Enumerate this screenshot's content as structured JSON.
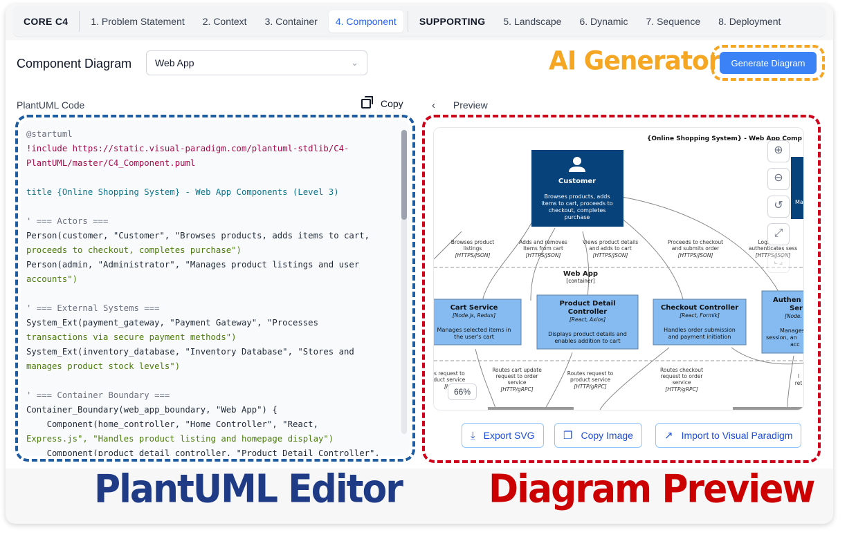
{
  "tabs": [
    {
      "label": "CORE C4",
      "kind": "group"
    },
    {
      "label": "1. Problem Statement"
    },
    {
      "label": "2. Context"
    },
    {
      "label": "3. Container"
    },
    {
      "label": "4. Component",
      "active": true
    },
    {
      "label": "SUPPORTING",
      "kind": "group"
    },
    {
      "label": "5. Landscape"
    },
    {
      "label": "6. Dynamic"
    },
    {
      "label": "7. Sequence"
    },
    {
      "label": "8. Deployment"
    }
  ],
  "header": {
    "title": "Component Diagram",
    "select_value": "Web App",
    "ai_label": "AI Generator",
    "generate_label": "Generate Diagram"
  },
  "editor": {
    "title": "PlantUML Code",
    "copy_label": "Copy",
    "lines": [
      "@startuml",
      "!include https://static.visual-paradigm.com/plantuml-stdlib/C4-",
      "PlantUML/master/C4_Component.puml",
      "",
      "title {Online Shopping System} - Web App Components (Level 3)",
      "",
      "' === Actors ===",
      "Person(customer, \"Customer\", \"Browses products, adds items to cart,",
      "proceeds to checkout, completes purchase\")",
      "Person(admin, \"Administrator\", \"Manages product listings and user",
      "accounts\")",
      "",
      "' === External Systems ===",
      "System_Ext(payment_gateway, \"Payment Gateway\", \"Processes",
      "transactions via secure payment methods\")",
      "System_Ext(inventory_database, \"Inventory Database\", \"Stores and",
      "manages product stock levels\")",
      "",
      "' === Container Boundary ===",
      "Container_Boundary(web_app_boundary, \"Web App\") {",
      "    Component(home_controller, \"Home Controller\", \"React,",
      "Express.js\", \"Handles product listing and homepage display\")",
      "    Component(product_detail_controller, \"Product Detail Controller\","
    ]
  },
  "preview": {
    "title": "Preview",
    "zoom": "66%",
    "diagram": {
      "title": "{Online Shopping System} - Web App Comp",
      "customer": {
        "name": "Customer",
        "desc": [
          "Browses products, adds",
          "items to cart, proceeds to",
          "checkout, completes",
          "purchase"
        ]
      },
      "admin_partial": "Ma",
      "boundary": {
        "name": "Web App",
        "type": "[container]"
      },
      "components": [
        {
          "name": [
            "Cart Service"
          ],
          "tech": "[Node.js, Redux]",
          "desc": [
            "Manages selected items in",
            "the user's cart"
          ]
        },
        {
          "name": [
            "Product Detail",
            "Controller"
          ],
          "tech": "[React, Axios]",
          "desc": [
            "Displays product details and",
            "enables addition to cart"
          ]
        },
        {
          "name": [
            "Checkout Controller"
          ],
          "tech": "[React, Formik]",
          "desc": [
            "Handles order submission",
            "and payment initiation"
          ]
        },
        {
          "name": [
            "Authen",
            "Ser"
          ],
          "tech": "[Node.",
          "desc": [
            "Manages",
            "session, an",
            "acc"
          ]
        }
      ],
      "relations_top": [
        {
          "label": [
            "Browses product",
            "listings"
          ],
          "tech": "[HTTPS/JSON]"
        },
        {
          "label": [
            "Adds and removes",
            "items from cart"
          ],
          "tech": "[HTTPS/JSON]"
        },
        {
          "label": [
            "Views product details",
            "and adds to cart"
          ],
          "tech": "[HTTPS/JSON]"
        },
        {
          "label": [
            "Proceeds to checkout",
            "and submits order"
          ],
          "tech": "[HTTPS/JSON]"
        },
        {
          "label": [
            "Logs in and",
            "authenticates sess"
          ],
          "tech": "[HTTPS/JSON]"
        }
      ],
      "relations_bottom": [
        {
          "label": [
            "es request to",
            "oduct service"
          ],
          "tech": "[HTTP"
        },
        {
          "label": [
            "Routes cart update",
            "request to order",
            "service"
          ],
          "tech": "[HTTP/gRPC]"
        },
        {
          "label": [
            "Routes request to",
            "product service"
          ],
          "tech": "[HTTP/gRPC]"
        },
        {
          "label": [
            "Routes checkout",
            "request to order",
            "service"
          ],
          "tech": "[HTTP/gRPC]"
        },
        {
          "label": [
            "l",
            "ret"
          ],
          "tech": ""
        }
      ]
    },
    "actions": [
      {
        "label": "Export SVG",
        "icon": "download-icon"
      },
      {
        "label": "Copy Image",
        "icon": "copy-icon"
      },
      {
        "label": "Import to Visual Paradigm",
        "icon": "external-link-icon"
      }
    ]
  },
  "labels": {
    "editor": "PlantUML Editor",
    "preview": "Diagram Preview"
  }
}
